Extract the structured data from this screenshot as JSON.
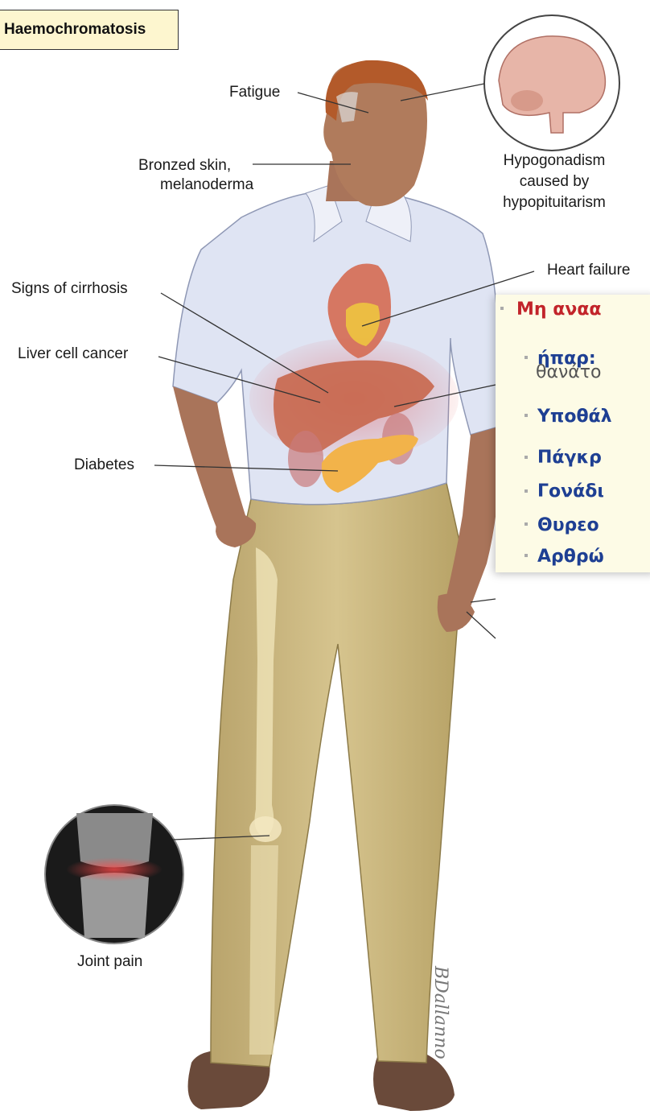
{
  "title": "Haemochromatosis",
  "labels": {
    "fatigue": "Fatigue",
    "bronzed_skin_1": "Bronzed skin,",
    "bronzed_skin_2": "melanoderma",
    "hypogonadism_1": "Hypogonadism",
    "hypogonadism_2": "caused by",
    "hypogonadism_3": "hypopituitarism",
    "heart_failure": "Heart failure",
    "cirrhosis": "Signs of cirrhosis",
    "liver_cancer": "Liver cell cancer",
    "diabetes": "Diabetes",
    "joint_pain": "Joint pain"
  },
  "overlay": {
    "heading": "Μη αναα",
    "items": [
      {
        "label": "ήπαρ:",
        "sub": "θανάτο"
      },
      {
        "label": "Υποθάλ"
      },
      {
        "label": "Πάγκρ"
      },
      {
        "label": "Γονάδι"
      },
      {
        "label": "Θυρεο"
      },
      {
        "label": "Αρθρώ"
      }
    ]
  },
  "signature": "BDallanno",
  "colors": {
    "title_bg": "#fdf6cf",
    "overlay_bg": "#fdfbe6",
    "overlay_heading": "#c2242a",
    "overlay_item": "#1e3f93",
    "shirt": "#dfe4f3",
    "trousers": "#c9b57c",
    "skin": "#a9745a",
    "hair": "#b35a2a"
  }
}
